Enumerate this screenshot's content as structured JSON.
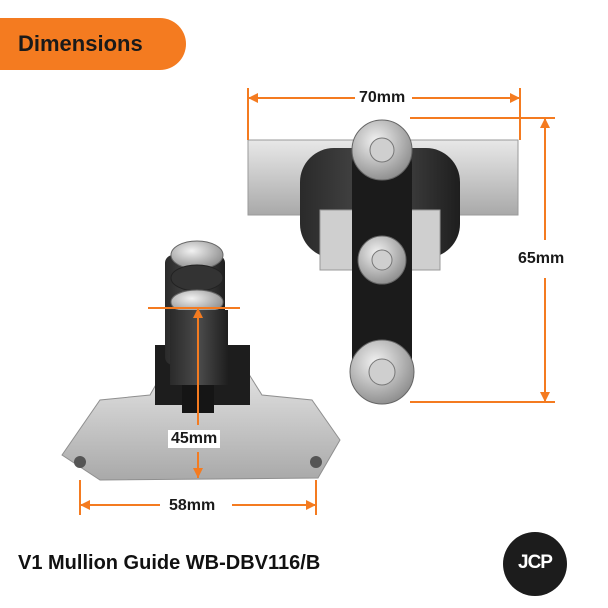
{
  "tag": {
    "label": "Dimensions",
    "color": "#f47b20"
  },
  "dimensions": {
    "width_top": "70mm",
    "height_right": "65mm",
    "roller_height": "45mm",
    "base_width": "58mm",
    "line_color": "#f47b20"
  },
  "product": {
    "title": "V1 Mullion Guide WB-DBV116/B"
  },
  "logo": {
    "text": "JCP"
  }
}
